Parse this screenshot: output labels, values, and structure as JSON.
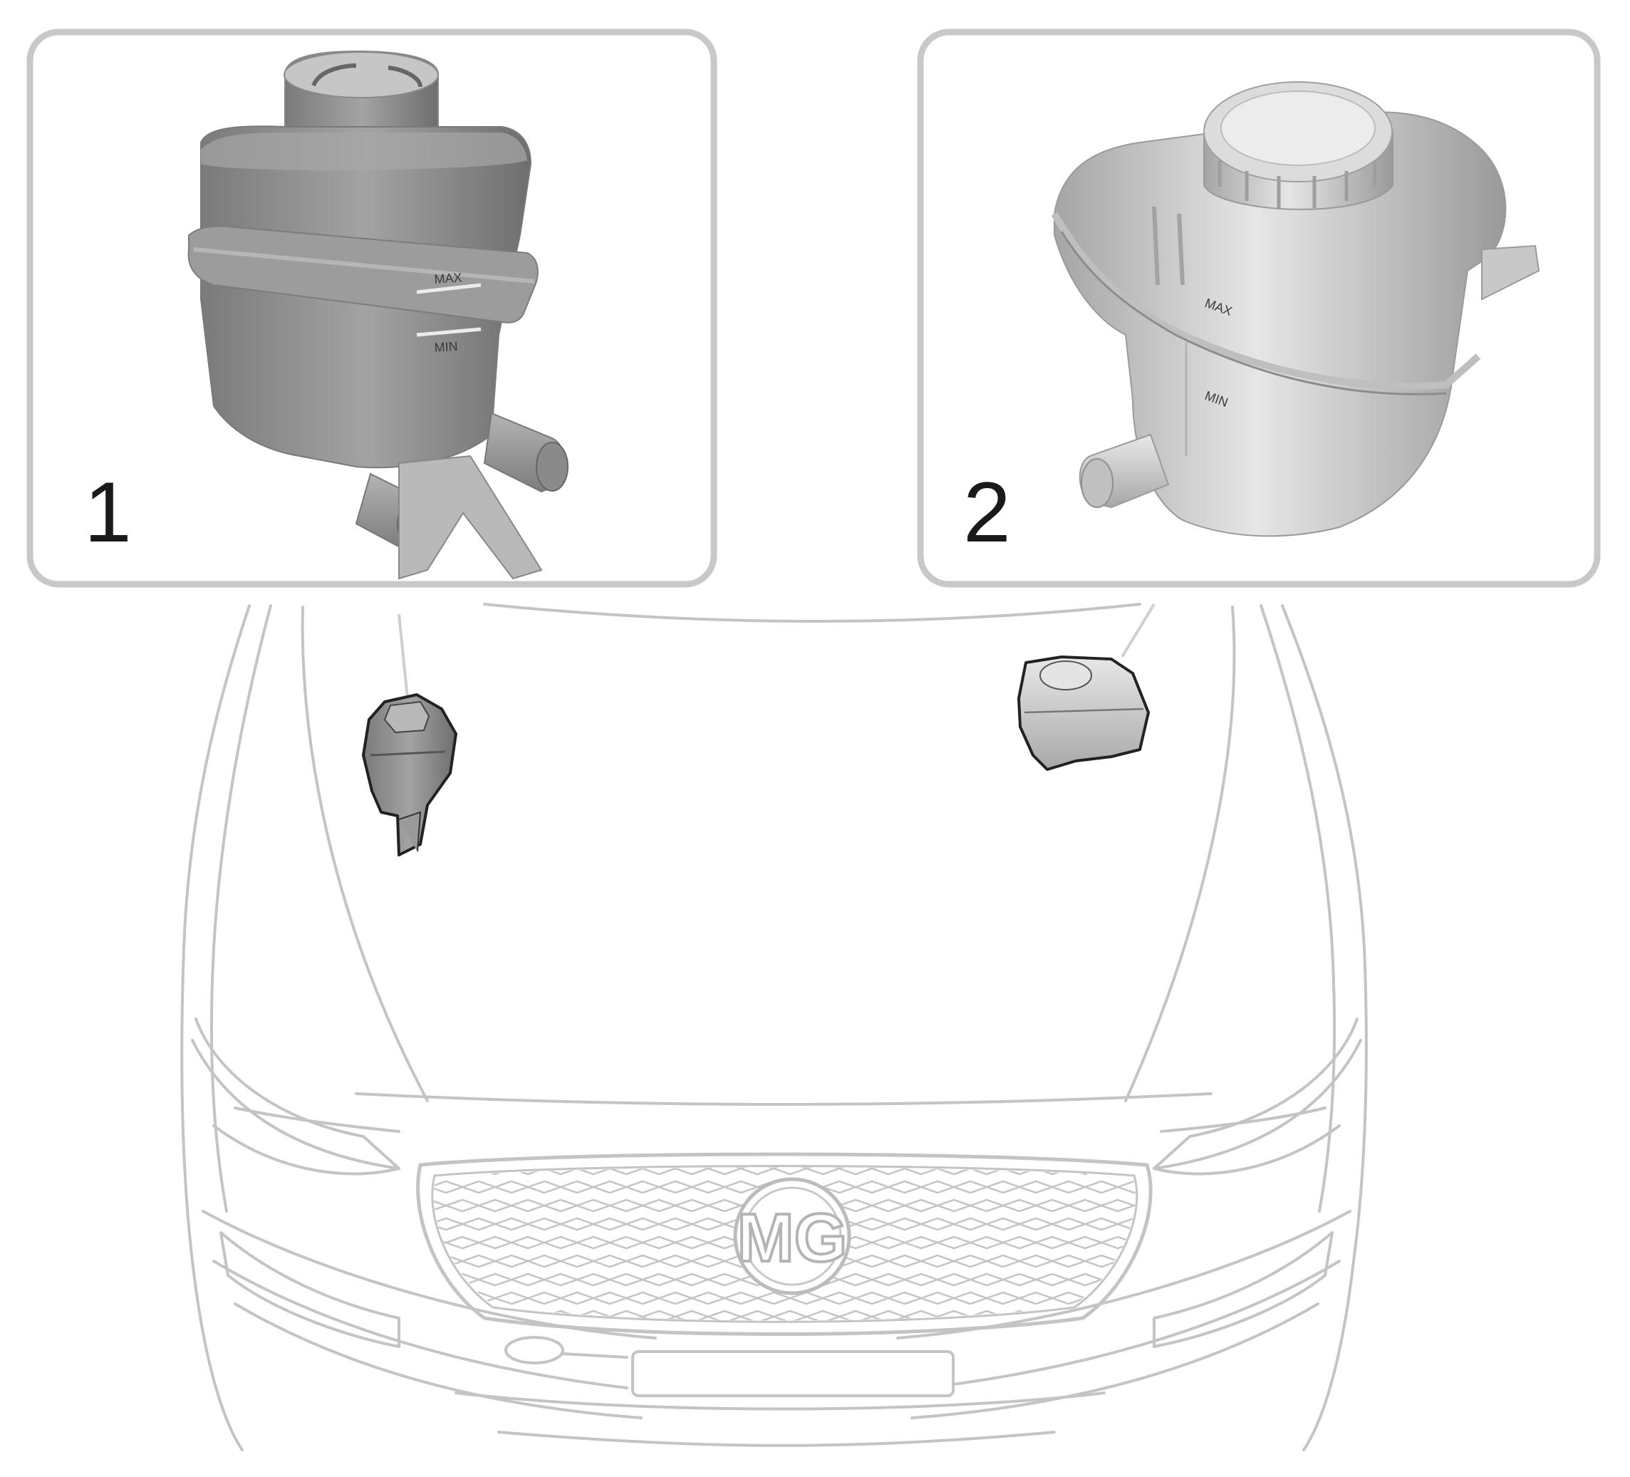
{
  "callouts": [
    {
      "number": "1",
      "max_label": "MAX",
      "min_label": "MIN"
    },
    {
      "number": "2",
      "max_label": "MAX",
      "min_label": "MIN"
    }
  ],
  "car": {
    "badge": "MG"
  },
  "colors": {
    "line": "#c4c4c4",
    "frame": "#c8c8c8",
    "reservoir_dark": "#8e8e8e",
    "reservoir_light": "#d3d3d3",
    "text": "#1a1a1a"
  }
}
